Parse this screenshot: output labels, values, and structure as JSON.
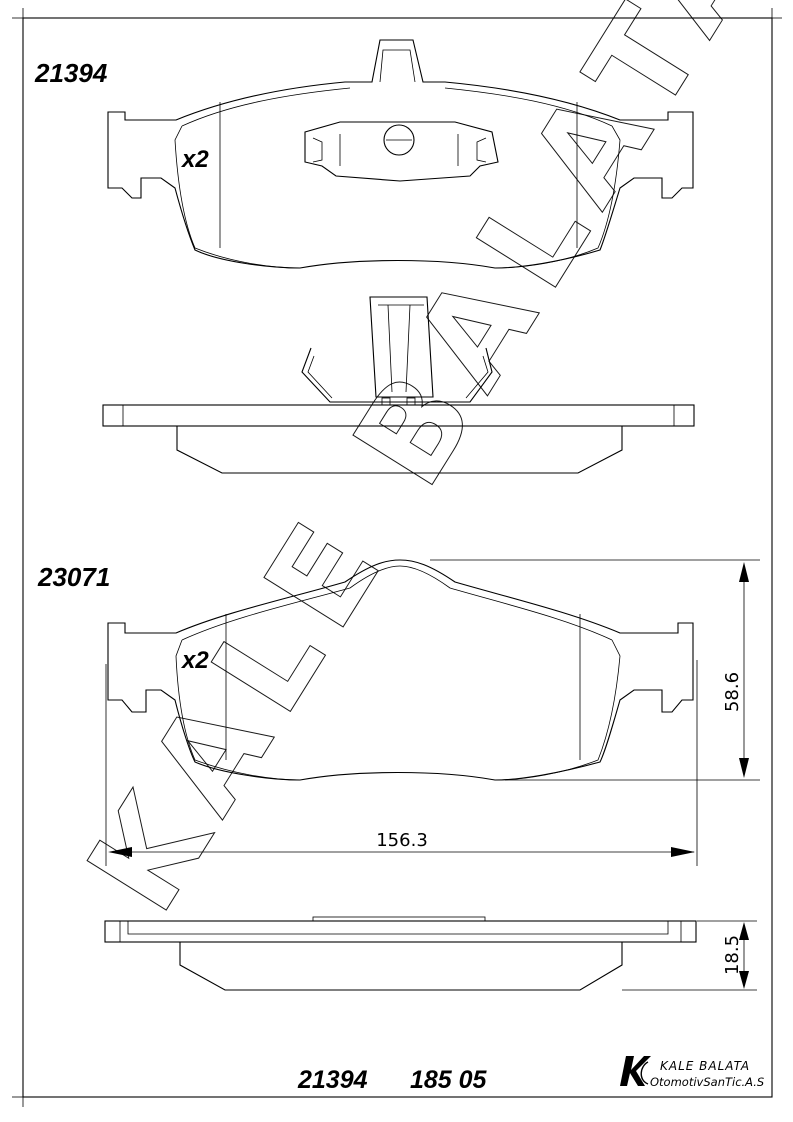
{
  "drawing": {
    "top_part_number": "21394",
    "top_quantity": "x2",
    "bottom_part_number": "23071",
    "bottom_quantity": "x2",
    "dim_width": "156.3",
    "dim_height": "58.6",
    "dim_thickness": "18.5",
    "footer_code_1": "21394",
    "footer_code_2": "185 05",
    "watermark": "KALE BALATA"
  },
  "brand": {
    "name": "KALE BALATA",
    "subtitle": "OtomotivSanTic.A.S"
  }
}
